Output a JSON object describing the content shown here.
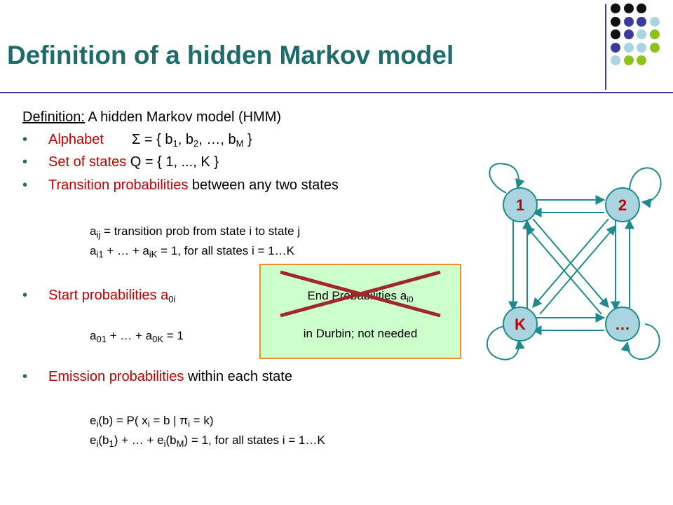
{
  "title": "Definition of a hidden Markov model",
  "colors": {
    "title": "#1d6b6b",
    "accent_red": "#c00000",
    "rule": "#3b3b9c",
    "node_fill": "#aad4e0",
    "edge": "#1d8b8b",
    "box_fill": "#ccffcc",
    "box_border": "#f08c2c",
    "cross": "#a0282a"
  },
  "definition": {
    "label": "Definition:",
    "text": " A hidden Markov model (HMM)"
  },
  "bullet_char": "•",
  "alphabet": {
    "label": "Alphabet",
    "sigma": "Σ",
    "eq": " = { b",
    "s1": "1",
    "mid": ", b",
    "s2": "2",
    "rest": ", …, b",
    "sM": "M",
    "end": " }"
  },
  "states": {
    "label": "Set of states",
    "text": " Q = { 1, ..., K }"
  },
  "transitions": {
    "label": "Transition probabilities",
    "text": " between any two states",
    "line1": {
      "a": "a",
      "sub": "ij",
      "rest": " = transition prob from state i to state j"
    },
    "line2": {
      "a1": "a",
      "sub1": "i1",
      "mid": " + … + a",
      "sub2": "iK",
      "rest": " = 1,   for all states i = 1…K"
    }
  },
  "start": {
    "label": "Start probabilities a",
    "sub": "0i",
    "line": {
      "a1": "a",
      "sub1": "01",
      "mid": " + … + a",
      "sub2": "0K",
      "rest": " = 1"
    }
  },
  "end_box": {
    "line1": "End Probabilities a",
    "line1_sub": "i0",
    "line2": "in Durbin; not needed"
  },
  "emission": {
    "label": "Emission probabilities",
    "text": " within each state",
    "line1": {
      "e": "e",
      "sub1": "i",
      "p1": "(b) = P( x",
      "sub2": "i",
      "p2": " = b | ",
      "pi": "π",
      "sub3": "i",
      "p3": " = k)"
    },
    "line2": {
      "e": "e",
      "sub1": "i",
      "p1": "(b",
      "sub2": "1",
      "p2": ") + … + e",
      "sub3": "i",
      "p3": "(b",
      "sub4": "M",
      "p4": ") = 1,   for all states i = 1…K"
    }
  },
  "nodes": {
    "n1": "1",
    "n2": "2",
    "nK": "K",
    "nDots": "…"
  },
  "dots": [
    [
      "#111111",
      "#111111",
      "#111111",
      null
    ],
    [
      "#111111",
      "#3b3b9c",
      "#3b3b9c",
      "#aad4e0"
    ],
    [
      "#111111",
      "#3b3b9c",
      "#aad4e0",
      "#8cc21e"
    ],
    [
      "#3b3b9c",
      "#aad4e0",
      "#aad4e0",
      "#8cc21e"
    ],
    [
      "#aad4e0",
      "#8cc21e",
      "#8cc21e",
      null
    ],
    [
      "#3b3b9c",
      "#3b3b9c",
      "#111111",
      "#111111"
    ],
    [
      "#3b3b9c",
      "#3b3b9c",
      "#3b3b9c",
      "#111111"
    ],
    [
      "#aad4e0",
      "#aad4e0",
      "#aad4e0",
      "#3b3b9c"
    ],
    [
      "#aad4e0",
      "#8cc21e",
      "#8cc21e",
      "#aad4e0"
    ],
    [
      "#8cc21e",
      "#8cc21e",
      null,
      null
    ]
  ]
}
